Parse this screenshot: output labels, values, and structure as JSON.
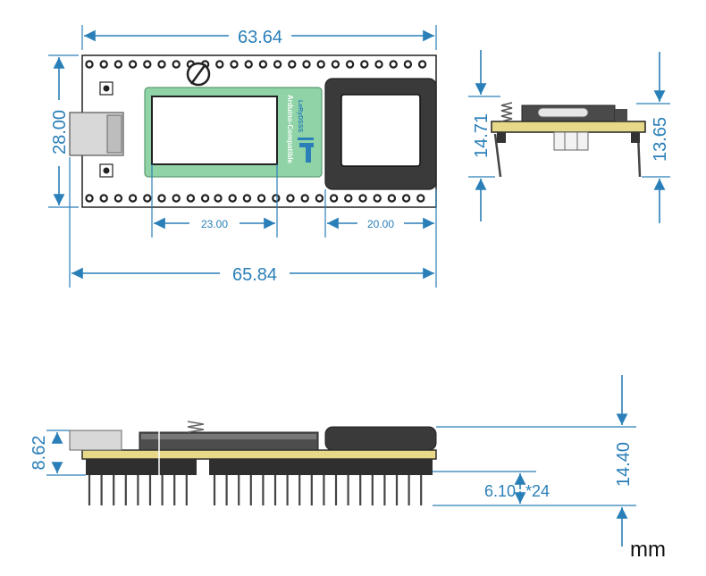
{
  "diagram": {
    "unit_label": "mm",
    "dimensions": {
      "top_width": "63.64",
      "height_left": "28.00",
      "inner_left": "23.00",
      "inner_right": "20.00",
      "overall_width": "65.84",
      "side_height_left": "14.71",
      "side_height_right": "13.65",
      "front_height_left": "8.62",
      "front_height_right": "14.40",
      "pin_length": "6.10",
      "pin_count": "*24"
    },
    "board_labels": {
      "line1": "Arduino-Compatible",
      "line2": "LeRyDSSS"
    },
    "colors": {
      "dimension": "#2a7fb8",
      "pcb_green": "#8fd3a6",
      "pcb_yellow": "#e8d98a",
      "dark_module": "#3a3a3a"
    }
  }
}
